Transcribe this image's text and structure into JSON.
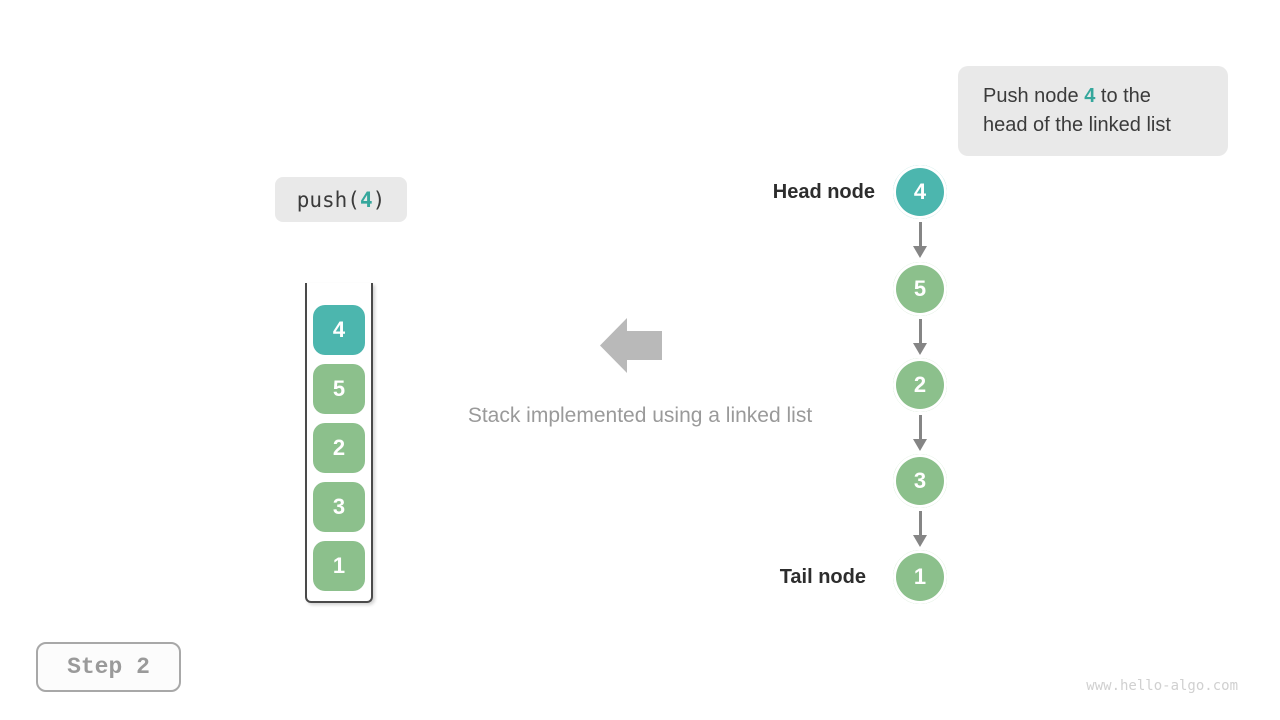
{
  "colors": {
    "teal": "#4cb6ae",
    "green": "#8cc08c",
    "box_bg": "#e9e9e9",
    "arrow_gray": "#b9b9b9",
    "connector_gray": "#858585"
  },
  "hint_box": {
    "line1_pre": "Push node ",
    "highlight": "4",
    "line1_post": " to the",
    "line2": "head of the linked list"
  },
  "code_box": {
    "pre": "push(",
    "arg": "4",
    "post": ")"
  },
  "stack": {
    "items": [
      {
        "value": "4",
        "color": "teal"
      },
      {
        "value": "5",
        "color": "green"
      },
      {
        "value": "2",
        "color": "green"
      },
      {
        "value": "3",
        "color": "green"
      },
      {
        "value": "1",
        "color": "green"
      }
    ]
  },
  "caption": "Stack implemented using a linked list",
  "linked_list": {
    "head_label": "Head node",
    "tail_label": "Tail node",
    "nodes": [
      {
        "value": "4",
        "color": "teal"
      },
      {
        "value": "5",
        "color": "green"
      },
      {
        "value": "2",
        "color": "green"
      },
      {
        "value": "3",
        "color": "green"
      },
      {
        "value": "1",
        "color": "green"
      }
    ]
  },
  "step_badge": "Step 2",
  "watermark": "www.hello-algo.com"
}
